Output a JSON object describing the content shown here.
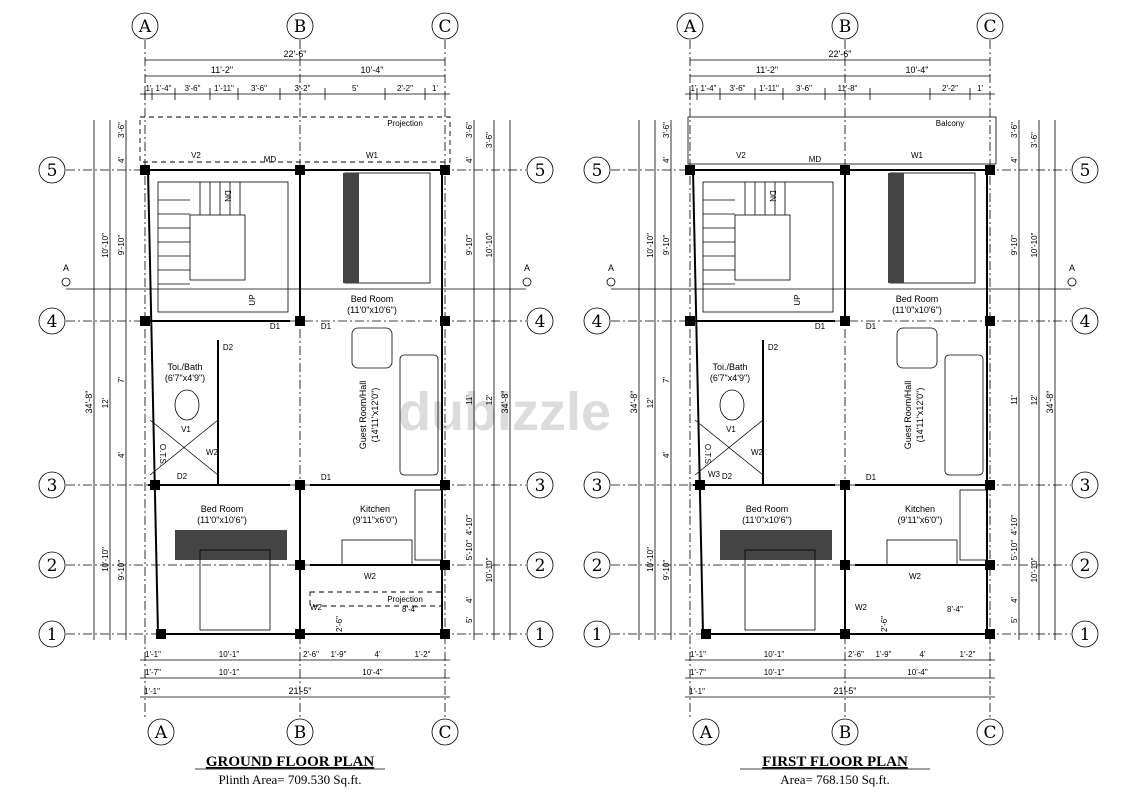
{
  "grid": {
    "cols": [
      "A",
      "B",
      "C"
    ],
    "rows": [
      "5",
      "4",
      "3",
      "2",
      "1"
    ]
  },
  "plans": [
    {
      "title": "GROUND FLOOR PLAN",
      "subtitle": "Plinth Area= 709.530 Sq.ft.",
      "top_label": "Projection",
      "bottom_label": "Projection",
      "top_dims": {
        "total": "22'-6\"",
        "left": "11'-2\"",
        "right": "10'-4\"",
        "segs": [
          "1'",
          "1'-4\"",
          "3'-6\"",
          "1'-11\"",
          "3'-6\"",
          "3'-2\"",
          "5'",
          "2'-2\"",
          "1'"
        ]
      },
      "bottom_dims": {
        "row1": [
          "1'-1\"",
          "10'-1\"",
          "2'-6\"",
          "1'-9\"",
          "4'",
          "1'-2\""
        ],
        "row2": [
          "1'-7\"",
          "10'-1\"",
          "10'-4\""
        ],
        "row3": [
          "1'-1\"",
          "21'-5\""
        ]
      },
      "left_dims": {
        "outer": "34'-8\"",
        "mid": [
          "10'-10\"",
          "12'",
          "10'-10\""
        ],
        "inner": [
          "3'-6\"",
          "4'",
          "9'-10\"",
          "7'",
          "4'",
          "9'-10\""
        ]
      },
      "right_dims": {
        "outer": "34'-8\"",
        "mid": [
          "3'-6\"",
          "10'-10\"",
          "12'",
          "10'-10\""
        ],
        "inner": [
          "3'-6\"",
          "4'",
          "9'-10\"",
          "11'",
          "4'-10\"",
          "5'-10\"",
          "4'",
          "5'"
        ]
      },
      "rooms": {
        "bed1_name": "Bed Room",
        "bed1_size": "(11'0\"x10'6\")",
        "toilet_name": "Toi./Bath",
        "toilet_size": "(6'7\"x4'9\")",
        "guest_name": "Guest Room/Hall",
        "guest_size": "(14'11\"x12'0\")",
        "bed2_name": "Bed Room",
        "bed2_size": "(11'0\"x10'6\")",
        "kitchen_name": "Kitchen",
        "kitchen_size": "(9'11\"x6'0\")",
        "ots": "O.T.S."
      },
      "tags": {
        "v2": "V2",
        "w1": "W1",
        "md": "MD",
        "dn": "DN",
        "up": "UP",
        "d1": "D1",
        "d2": "D2",
        "v1": "V1",
        "w2": "W2",
        "w3": "",
        "dim_small": "8'-4\"",
        "dim_vert": "2'-6\""
      },
      "section_mark": "A"
    },
    {
      "title": "FIRST FLOOR PLAN",
      "subtitle": "Area= 768.150 Sq.ft.",
      "top_label": "Balcony",
      "bottom_label": "",
      "top_dims": {
        "total": "22'-6\"",
        "left": "11'-2\"",
        "right": "10'-4\"",
        "segs": [
          "1'",
          "1'-4\"",
          "3'-6\"",
          "1'-11\"",
          "3'-6\"",
          "11'-8\"",
          "",
          "2'-2\"",
          "1'"
        ]
      },
      "bottom_dims": {
        "row1": [
          "1'-1\"",
          "10'-1\"",
          "2'-6\"",
          "1'-9\"",
          "4'",
          "1'-2\""
        ],
        "row2": [
          "1'-7\"",
          "10'-1\"",
          "10'-4\""
        ],
        "row3": [
          "1'-1\"",
          "21'-5\""
        ]
      },
      "left_dims": {
        "outer": "34'-8\"",
        "mid": [
          "10'-10\"",
          "12'",
          "10'-10\""
        ],
        "inner": [
          "3'-6\"",
          "4'",
          "9'-10\"",
          "7'",
          "4'",
          "9'-10\""
        ]
      },
      "right_dims": {
        "outer": "34'-8\"",
        "mid": [
          "3'-6\"",
          "10'-10\"",
          "12'",
          "10'-10\""
        ],
        "inner": [
          "3'-6\"",
          "4'",
          "9'-10\"",
          "11'",
          "4'-10\"",
          "5'-10\"",
          "4'",
          "5'"
        ]
      },
      "rooms": {
        "bed1_name": "Bed Room",
        "bed1_size": "(11'0\"x10'6\")",
        "toilet_name": "Toi./Bath",
        "toilet_size": "(6'7\"x4'9\")",
        "guest_name": "Guest Room/Hall",
        "guest_size": "(14'11\"x12'0\")",
        "bed2_name": "Bed Room",
        "bed2_size": "(11'0\"x10'6\")",
        "kitchen_name": "Kitchen",
        "kitchen_size": "(9'11\"x6'0\")",
        "ots": "O.T.S."
      },
      "tags": {
        "v2": "V2",
        "w1": "W1",
        "md": "MD",
        "dn": "DN",
        "up": "UP",
        "d1": "D1",
        "d2": "D2",
        "v1": "V1",
        "w2": "W2",
        "w3": "W3",
        "dim_small": "8'-4\"",
        "dim_vert": "2'-6\""
      },
      "section_mark": "A"
    }
  ],
  "watermark": "dubizzle"
}
